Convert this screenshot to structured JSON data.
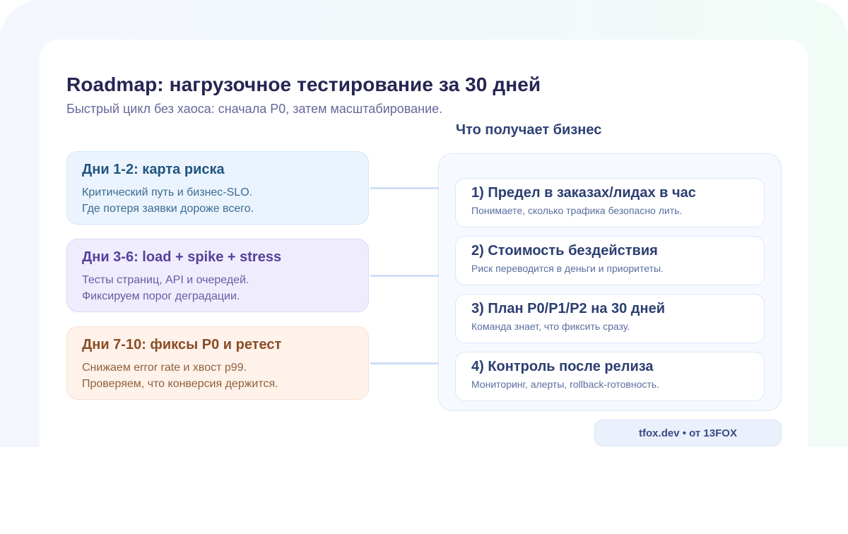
{
  "header": {
    "title": "Roadmap: нагрузочное тестирование за 30 дней",
    "subtitle": "Быстрый цикл без хаоса: сначала P0, затем масштабирование."
  },
  "steps": [
    {
      "title": "Дни 1-2: карта риска",
      "lines": [
        "Критический путь и бизнес-SLO.",
        "Где потеря заявки дороже всего."
      ],
      "color": "#1f5582",
      "background": "#ebf4fe"
    },
    {
      "title": "Дни 3-6: load + spike + stress",
      "lines": [
        "Тесты страниц, API и очередей.",
        "Фиксируем порог деградации."
      ],
      "color": "#56409a",
      "background": "#efecfd"
    },
    {
      "title": "Дни 7-10: фиксы P0 и ретест",
      "lines": [
        "Снижаем error rate и хвост p99.",
        "Проверяем, что конверсия держится."
      ],
      "color": "#8a4c25",
      "background": "#fef2ea"
    }
  ],
  "business": {
    "heading": "Что получает бизнес",
    "items": [
      {
        "title": "1) Предел в заказах/лидах в час",
        "desc": "Понимаете, сколько трафика безопасно лить."
      },
      {
        "title": "2) Стоимость бездействия",
        "desc": "Риск переводится в деньги и приоритеты."
      },
      {
        "title": "3) План P0/P1/P2 на 30 дней",
        "desc": "Команда знает, что фиксить сразу."
      },
      {
        "title": "4) Контроль после релиза",
        "desc": "Мониторинг, алерты, rollback-готовность."
      }
    ]
  },
  "footer": {
    "badge": "tfox.dev • от 13FOX"
  }
}
